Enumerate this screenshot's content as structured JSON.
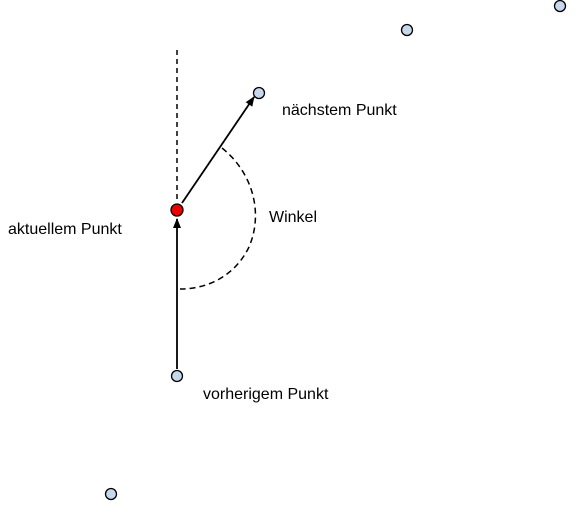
{
  "labels": {
    "current": "aktuellem Punkt",
    "next": "nächstem Punkt",
    "previous": "vorherigem Punkt",
    "angle": "Winkel"
  },
  "colors": {
    "current_point": "#ee0000",
    "other_points": "#c8d8ec",
    "stroke": "#000000",
    "background": "#ffffff"
  }
}
